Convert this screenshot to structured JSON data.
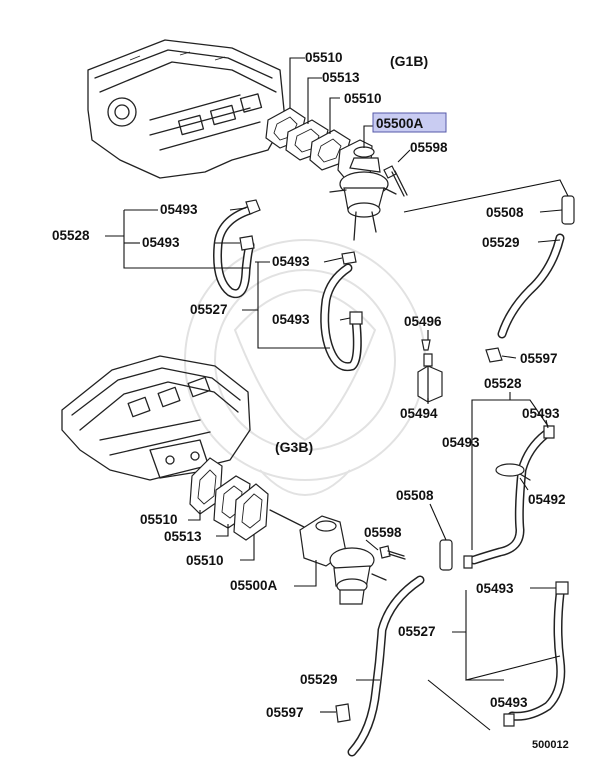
{
  "groups": {
    "g1b": "(G1B)",
    "g3b": "(G3B)"
  },
  "highlight_color": "#c9ccf2",
  "labels": {
    "l05510a": "05510",
    "l05513a": "05513",
    "l05510b": "05510",
    "l05500Aa": "05500A",
    "l05598a": "05598",
    "l05493a": "05493",
    "l05528a": "05528",
    "l05493b": "05493",
    "l05508a": "05508",
    "l05529a": "05529",
    "l05493c": "05493",
    "l05527a": "05527",
    "l05493d": "05493",
    "l05496": "05496",
    "l05597a": "05597",
    "l05494": "05494",
    "l05528b": "05528",
    "l05493e": "05493",
    "l05493f": "05493",
    "l05492": "05492",
    "l05508b": "05508",
    "l05510c": "05510",
    "l05513b": "05513",
    "l05510d": "05510",
    "l05598b": "05598",
    "l05500Ab": "05500A",
    "l05493g": "05493",
    "l05527b": "05527",
    "l05529b": "05529",
    "l05493h": "05493",
    "l05597b": "05597"
  },
  "footer_code": "500012"
}
